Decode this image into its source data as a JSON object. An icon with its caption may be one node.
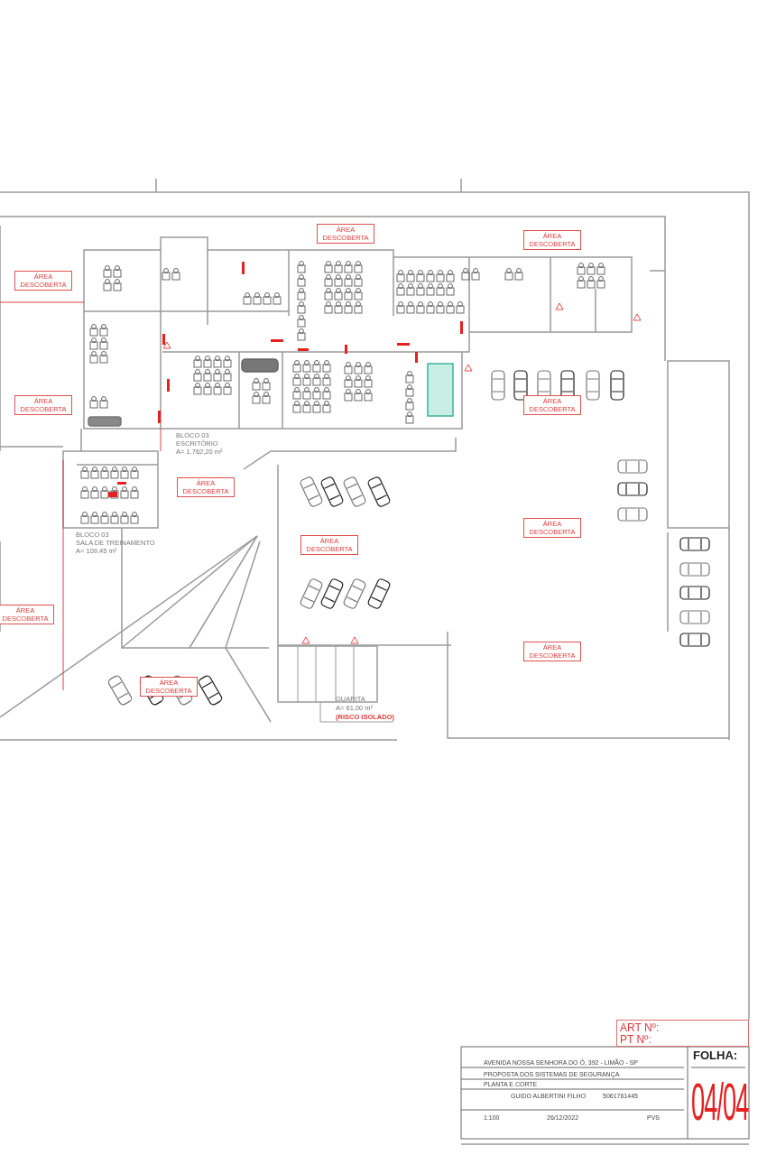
{
  "diagram": {
    "nodes": [
      {
        "text": [
          "ÁREA DESCOBERTA"
        ]
      },
      {
        "text": [
          "ÁREA DESCOBERTA"
        ]
      },
      {
        "text": [
          "ÁREA DESCOBERTA"
        ]
      },
      {
        "text": [
          "ÁREA DESCOBERTA"
        ]
      },
      {
        "text": [
          "ÁREA DESCOBERTA"
        ]
      },
      {
        "text": [
          "ÁREA DESCOBERTA"
        ]
      },
      {
        "text": [
          "ÁREA DESCOBERTA"
        ]
      },
      {
        "text": [
          "ÁREA DESCOBERTA"
        ]
      },
      {
        "text": [
          "ÁREA DESCOBERTA"
        ]
      },
      {
        "text": [
          "ÁREA DESCOBERTA"
        ]
      },
      {
        "text": [
          "ÁREA DESCOBERTA"
        ]
      },
      {
        "text": [
          "ART Nº:",
          "PT Nº:"
        ]
      }
    ],
    "labels": [
      "BLOCO 03",
      "ESCRITÓRIO",
      "A= 1.762,20 m²",
      "BLOCO 03",
      "SALA DE TREINAMENTO",
      "A= 109,45 m²",
      "GUARITA",
      "A= 61,00 m²",
      "(RISCO ISOLADO)",
      "AVENIDA NOSSA SENHORA DO Ó, 392 - LIMÃO - SP",
      "PROPOSTA DOS SISTEMAS DE SEGURANÇA",
      "PLANTA E CORTE",
      "GUIDO ALBERTINI FILHO",
      "5061761445",
      "1:100",
      "26/12/2022",
      "PVS",
      "FOLHA:",
      "04/04"
    ]
  }
}
